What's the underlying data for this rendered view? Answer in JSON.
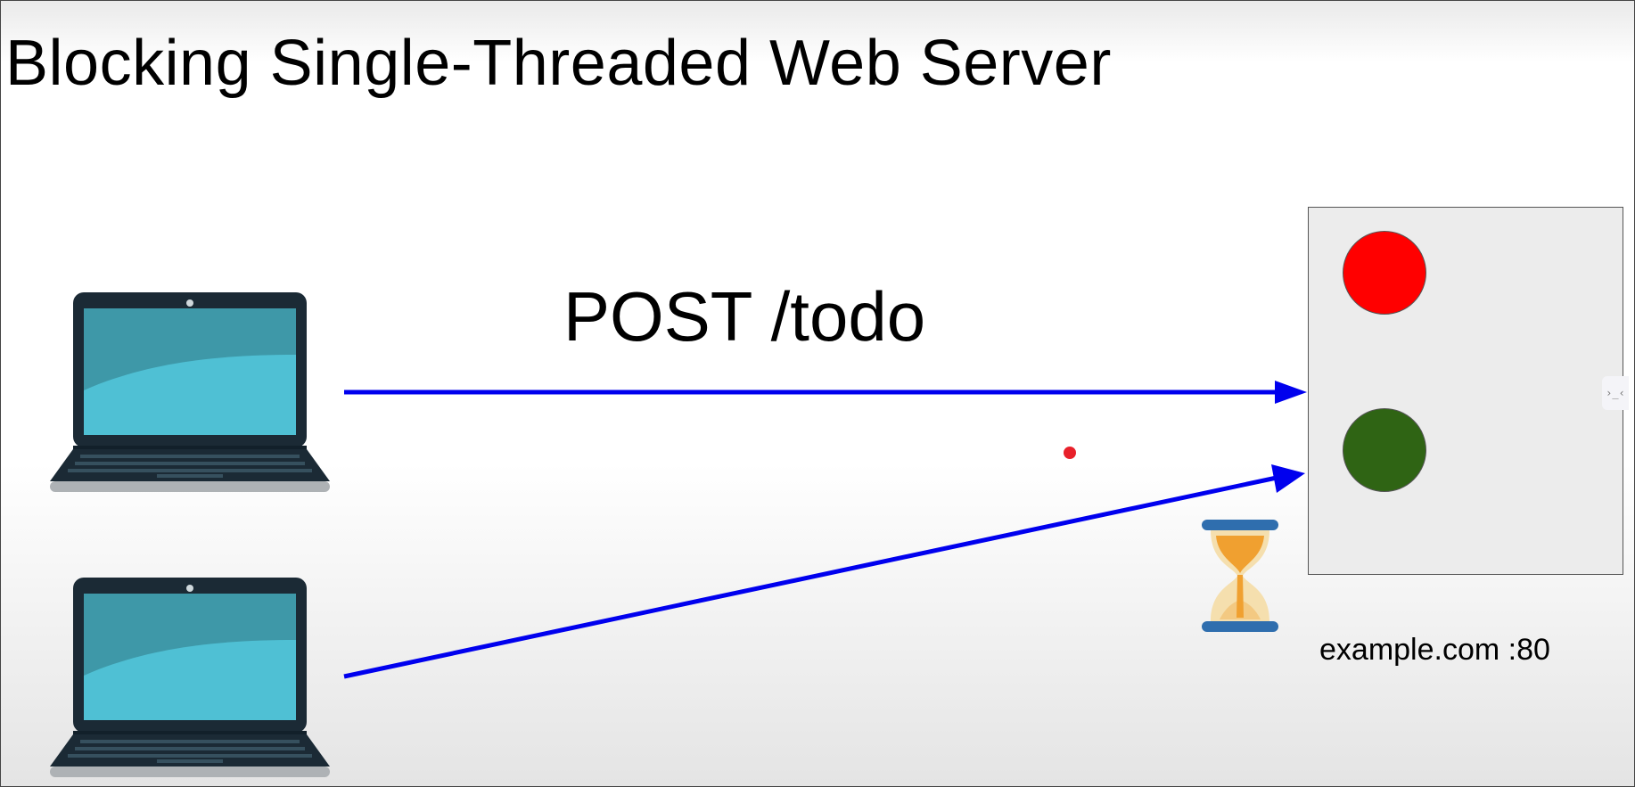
{
  "title": "Blocking Single-Threaded Web Server",
  "request": {
    "label": "POST /todo"
  },
  "server": {
    "label": "example.com :80",
    "lights": [
      {
        "name": "red-light",
        "color": "#ff0000"
      },
      {
        "name": "green-light",
        "color": "#2f6414"
      }
    ]
  },
  "clients": [
    {
      "icon": "laptop-icon"
    },
    {
      "icon": "laptop-icon"
    }
  ],
  "indicators": {
    "waiting_icon": "hourglass-icon",
    "pointer_dot_color": "#e8202a"
  },
  "colors": {
    "arrow": "#0000ee",
    "laptop_screen": "#3e98a8",
    "laptop_body": "#1b2a35"
  }
}
